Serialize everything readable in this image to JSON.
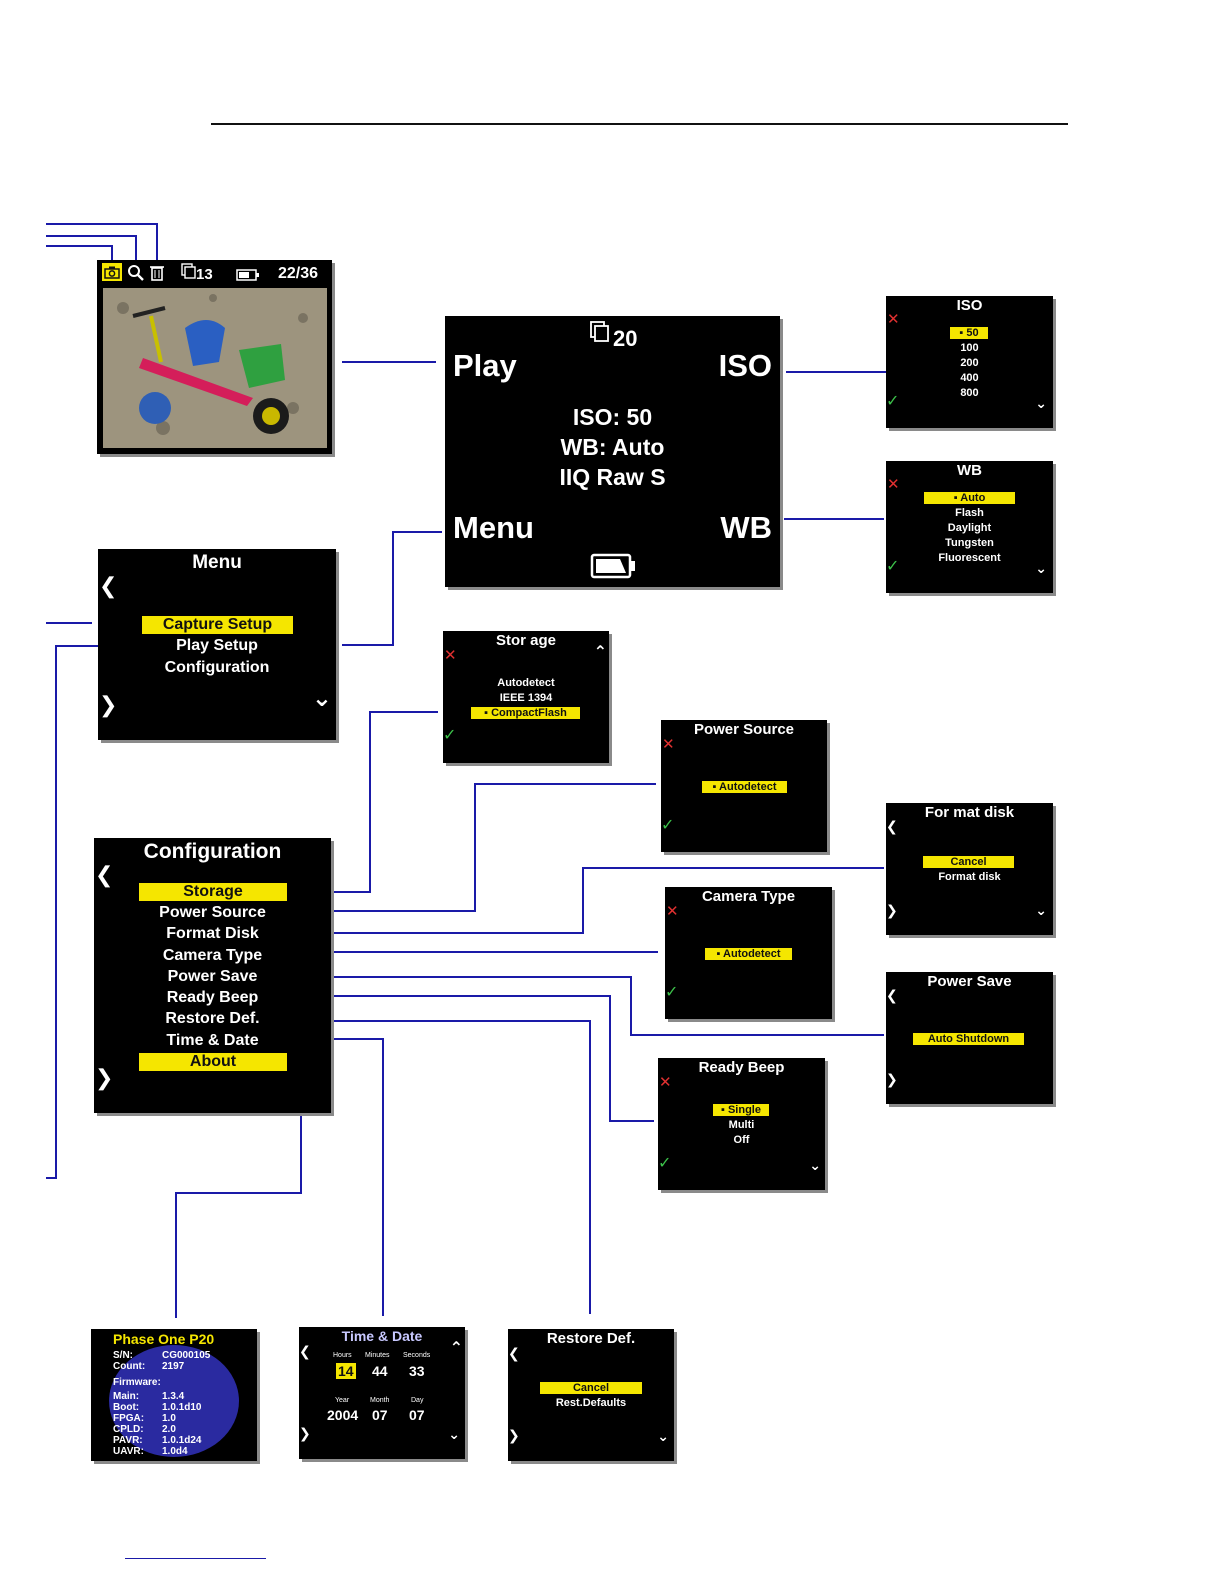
{
  "colors": {
    "wire": "#1a1aa8",
    "highlight": "#f5e600",
    "screen_bg": "#000000",
    "accent_blue": "#2a2aa0"
  },
  "photo": {
    "icons": [
      "camera-icon",
      "magnifier-icon",
      "trash-icon",
      "frames-icon",
      "battery-icon"
    ],
    "frames_count": "13",
    "shot_counter": "22/36"
  },
  "main": {
    "frames_count": "20",
    "corner_top_left": "Play",
    "corner_top_right": "ISO",
    "corner_bottom_left": "Menu",
    "corner_bottom_right": "WB",
    "status_lines": [
      "ISO: 50",
      "WB: Auto",
      "IIQ Raw S"
    ]
  },
  "iso": {
    "title": "ISO",
    "items": [
      "50",
      "100",
      "200",
      "400",
      "800"
    ],
    "selected": "50"
  },
  "wb": {
    "title": "WB",
    "items": [
      "Auto",
      "Flash",
      "Daylight",
      "Tungsten",
      "Fluorescent"
    ],
    "selected": "Auto"
  },
  "menu": {
    "title": "Menu",
    "items": [
      "Capture Setup",
      "Play Setup",
      "Configuration"
    ],
    "selected": "Capture Setup"
  },
  "storage": {
    "title": "Stor age",
    "items": [
      "Autodetect",
      "IEEE 1394",
      "CompactFlash"
    ],
    "selected": "CompactFlash"
  },
  "power_source": {
    "title": "Power Source",
    "items": [
      "Autodetect"
    ],
    "selected": "Autodetect"
  },
  "format_disk": {
    "title": "For mat disk",
    "items": [
      "Cancel",
      "Format disk"
    ],
    "selected": "Cancel"
  },
  "camera_type": {
    "title": "Camera Type",
    "items": [
      "Autodetect"
    ],
    "selected": "Autodetect"
  },
  "power_save": {
    "title": "Power Save",
    "items": [
      "Auto Shutdown"
    ],
    "selected": "Auto Shutdown"
  },
  "ready_beep": {
    "title": "Ready Beep",
    "items": [
      "Single",
      "Multi",
      "Off"
    ],
    "selected": "Single"
  },
  "configuration": {
    "title": "Configuration",
    "items": [
      "Storage",
      "Power Source",
      "Format Disk",
      "Camera Type",
      "Power Save",
      "Ready Beep",
      "Restore Def.",
      "Time & Date",
      "About"
    ],
    "highlighted": [
      "Storage",
      "About"
    ]
  },
  "about": {
    "title": "Phase One P20",
    "sn_label": "S/N:",
    "sn_value": "CG000105",
    "count_label": "Count:",
    "count_value": "2197",
    "firmware_label": "Firmware:",
    "firmware": [
      {
        "label": "Main:",
        "value": "1.3.4"
      },
      {
        "label": "Boot:",
        "value": "1.0.1d10"
      },
      {
        "label": "FPGA:",
        "value": "1.0"
      },
      {
        "label": "CPLD:",
        "value": "2.0"
      },
      {
        "label": "PAVR:",
        "value": "1.0.1d24"
      },
      {
        "label": "UAVR:",
        "value": "1.0d4"
      }
    ]
  },
  "time_date": {
    "title": "Time & Date",
    "hours_label": "Hours",
    "minutes_label": "Minutes",
    "seconds_label": "Seconds",
    "hours": "14",
    "minutes": "44",
    "seconds": "33",
    "year_label": "Year",
    "month_label": "Month",
    "day_label": "Day",
    "year": "2004",
    "month": "07",
    "day": "07"
  },
  "restore_def": {
    "title": "Restore Def.",
    "items": [
      "Cancel",
      "Rest.Defaults"
    ],
    "selected": "Cancel"
  }
}
